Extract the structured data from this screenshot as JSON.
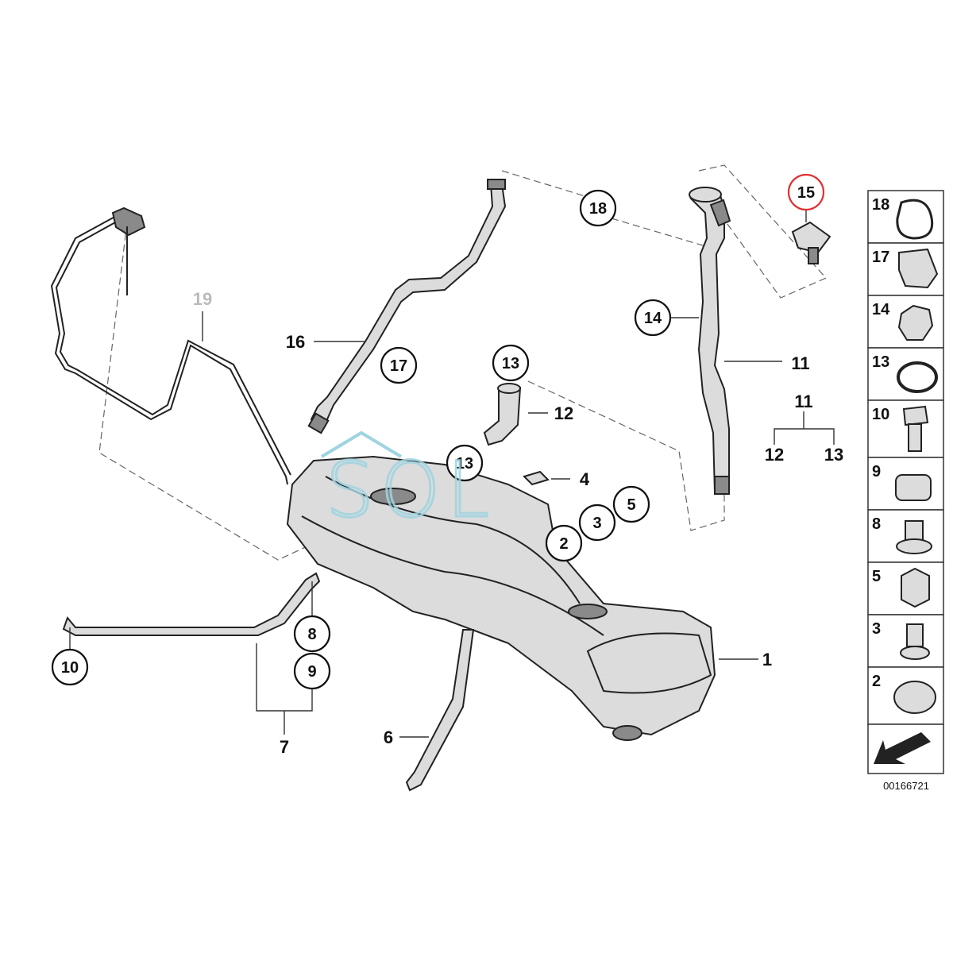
{
  "callouts": {
    "c15": "15",
    "c18": "18",
    "c14": "14",
    "c17": "17",
    "c13a": "13",
    "c13b": "13",
    "c5": "5",
    "c3": "3",
    "c2": "2",
    "c8": "8",
    "c9": "9",
    "c10": "10"
  },
  "labels": {
    "l19": "19",
    "l16": "16",
    "l11": "11",
    "l11b": "11",
    "l12": "12",
    "l12b": "12",
    "l13b": "13",
    "l4": "4",
    "l1": "1",
    "l6": "6",
    "l7": "7"
  },
  "watermark": "SOL",
  "panel": {
    "items": [
      "18",
      "17",
      "14",
      "13",
      "10",
      "9",
      "8",
      "5",
      "3",
      "2"
    ]
  },
  "doc_number": "00166721",
  "colors": {
    "highlight_circle": "#e03030",
    "watermark": "#9fd4e0"
  }
}
